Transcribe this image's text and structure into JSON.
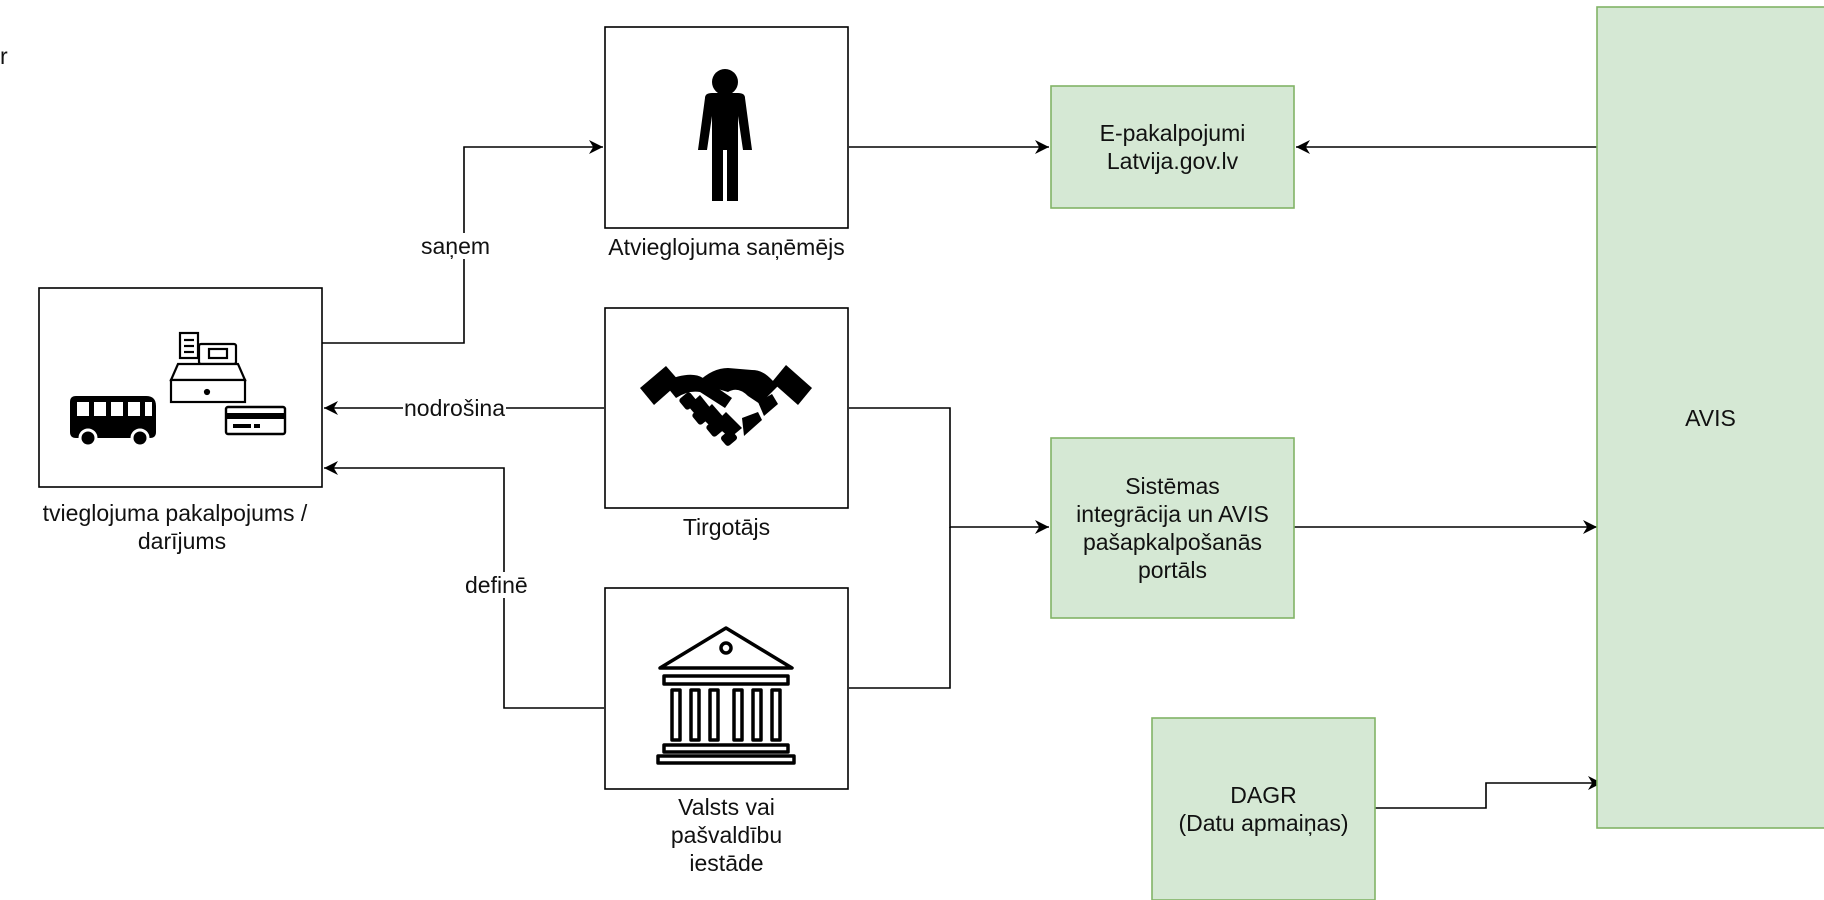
{
  "corner_fragment": "r",
  "nodes": {
    "recipient": {
      "label": "Atvieglojuma saņēmējs",
      "icon": "person-icon"
    },
    "merchant": {
      "label": "Tirgotājs",
      "icon": "handshake-icon"
    },
    "institution": {
      "label_lines": [
        "Valsts vai",
        "pašvaldību",
        "iestāde"
      ],
      "icon": "government-building-icon"
    },
    "service": {
      "label_lines": [
        "tvieglojuma pakalpojums /",
        "darījums"
      ],
      "icons": [
        "bus-icon",
        "cash-register-icon",
        "card-icon"
      ]
    },
    "eservices": {
      "label_lines": [
        "E-pakalpojumi",
        "Latvija.gov.lv"
      ]
    },
    "integration": {
      "label_lines": [
        "Sistēmas",
        "integrācija un AVIS",
        "pašapkalpošanās",
        "portāls"
      ]
    },
    "dagr": {
      "label_lines": [
        "DAGR",
        "(Datu apmaiņas)"
      ]
    },
    "avis": {
      "label": "AVIS"
    }
  },
  "edges": {
    "sanem": "saņem",
    "nodrosina": "nodrošina",
    "define": "definē"
  },
  "colors": {
    "green_fill": "#d5e8d4",
    "green_stroke": "#82b366",
    "stroke": "#000000"
  }
}
